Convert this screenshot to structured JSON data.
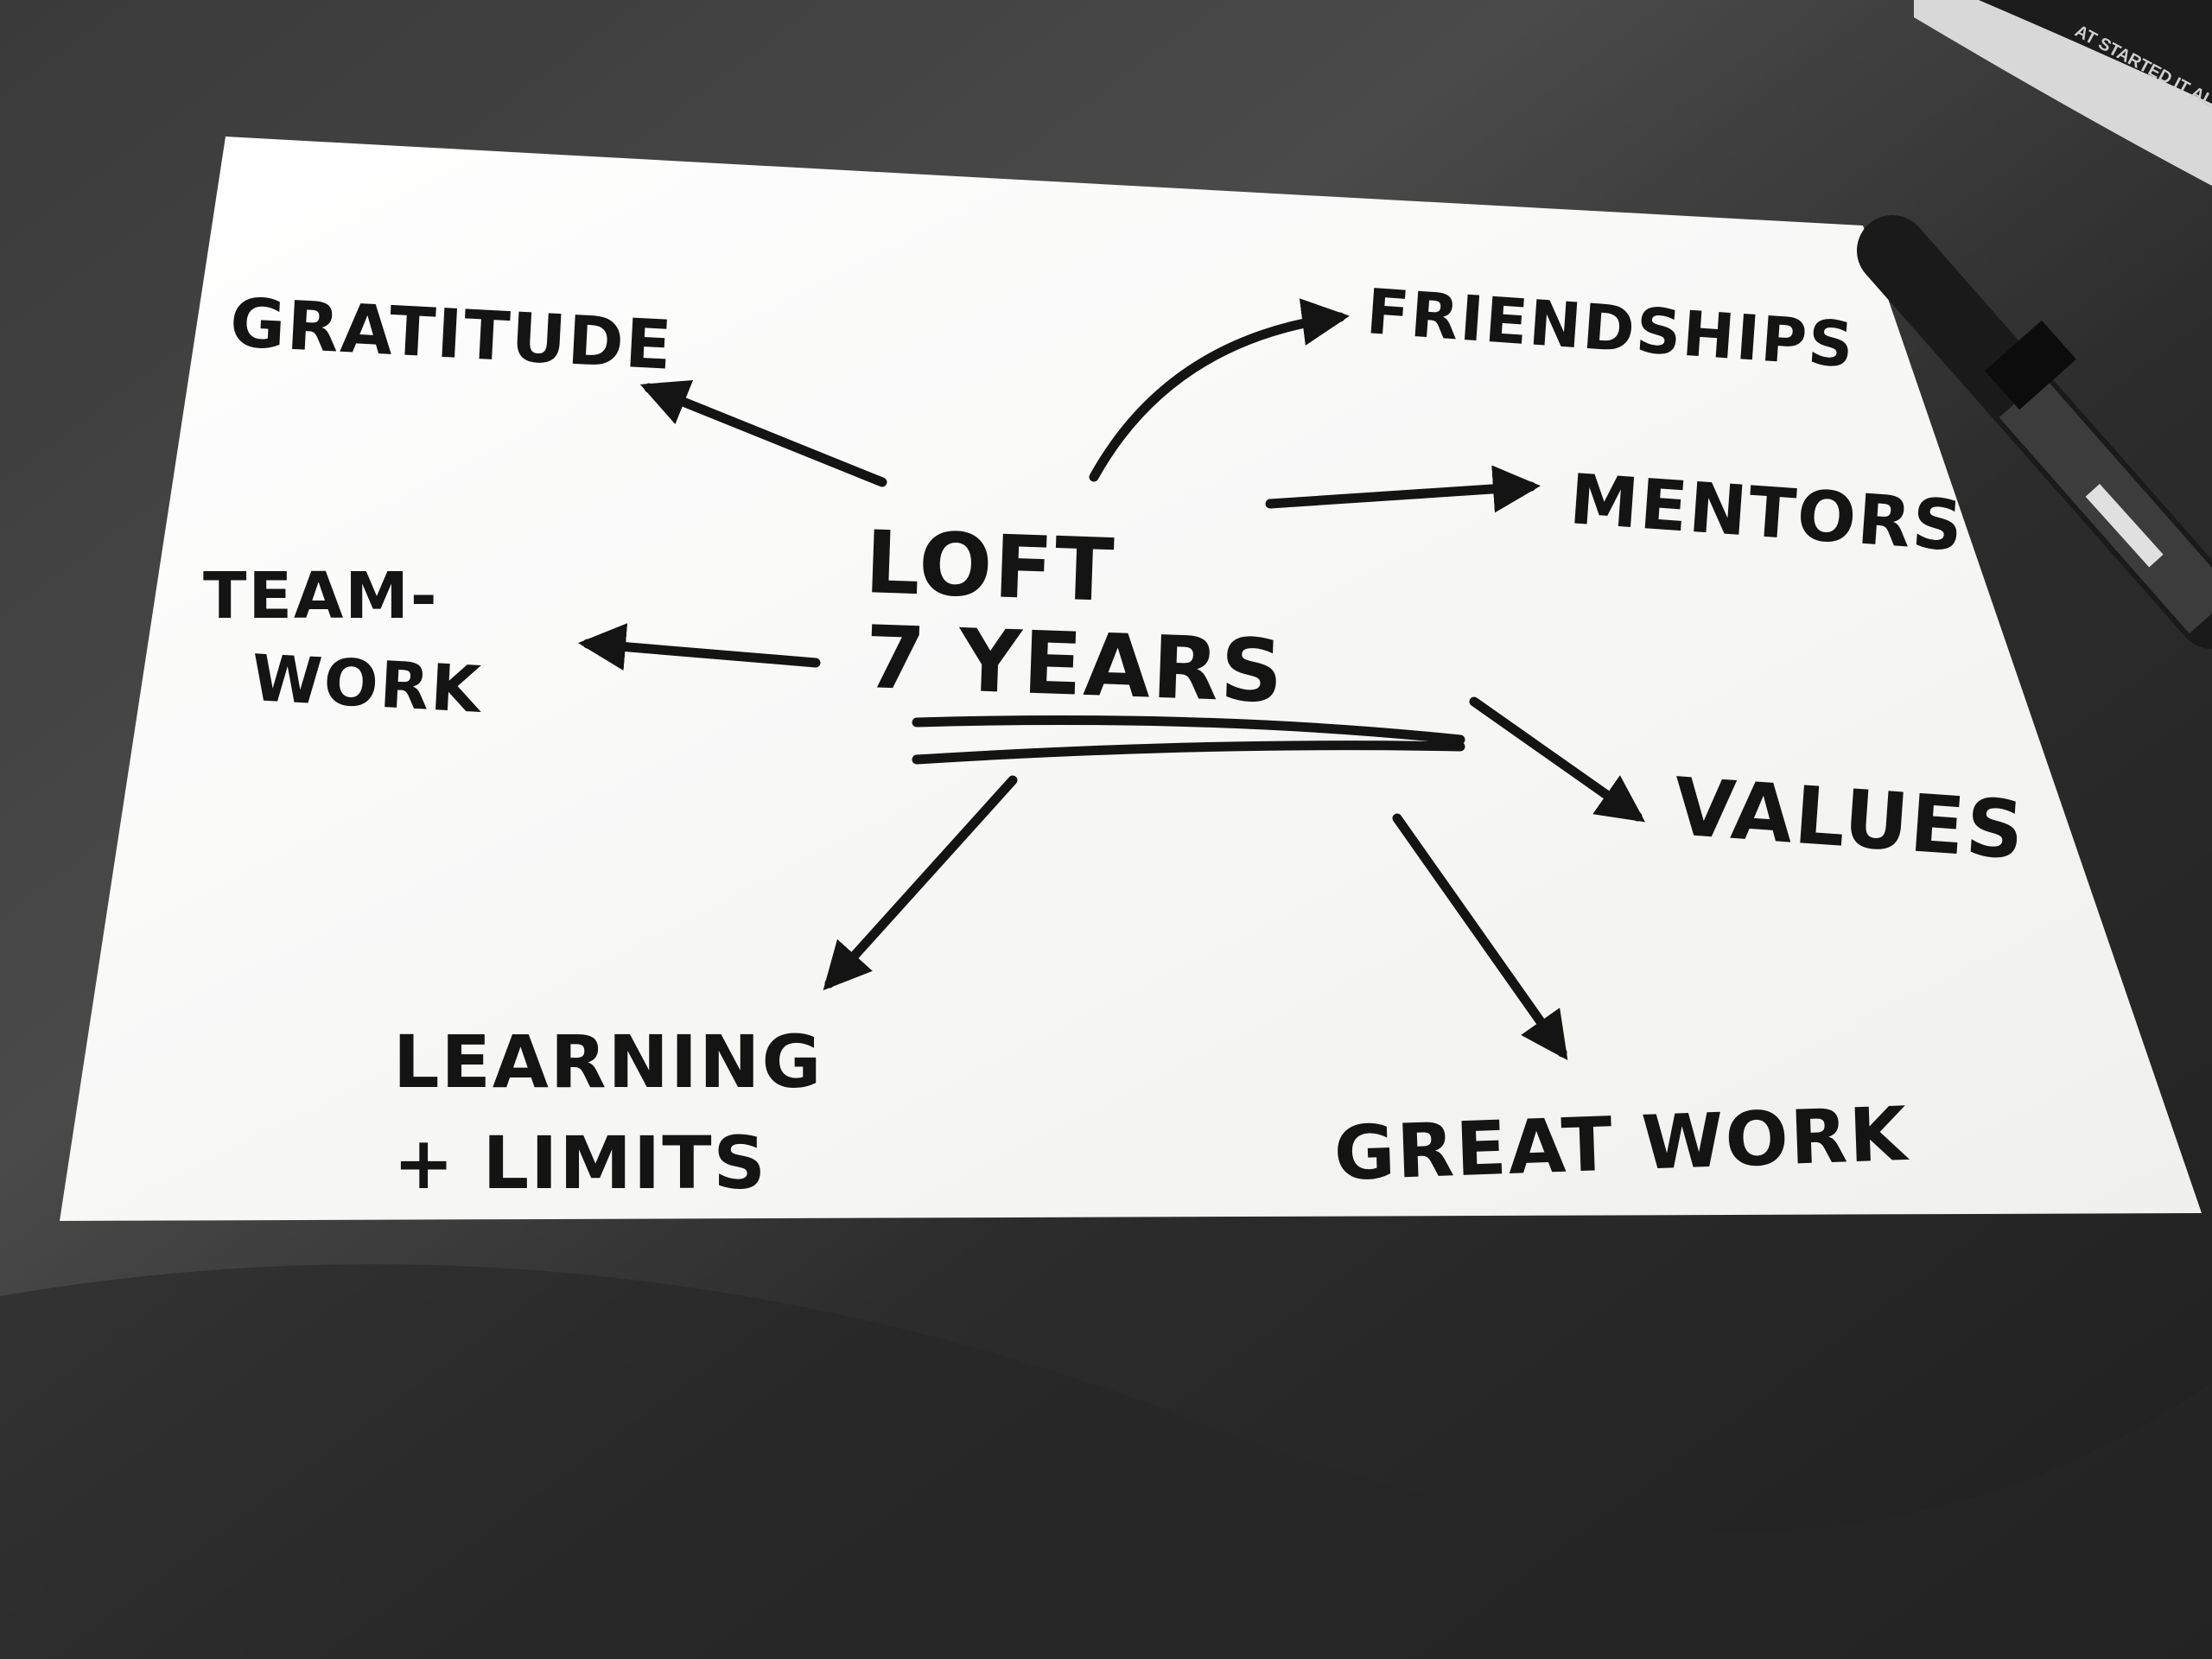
{
  "center": {
    "line1": "LOFT",
    "line2": "7 YEARS"
  },
  "branches": {
    "gratitude": "GRATITUDE",
    "friendships": "FRIENDSHIPS",
    "mentors": "MENTORS",
    "teamwork_line1": "TEAM-",
    "teamwork_line2": "WORK",
    "values": "VALUES",
    "learning_line1": "LEARNING",
    "learning_line2": "+ LIMITS",
    "great_work": "GREAT WORK"
  },
  "magazine": {
    "visible_text": "AT STARTED IT ALL"
  },
  "colors": {
    "ink": "#141414",
    "paper": "#f7f7f5",
    "surface": "#2e2e2e"
  }
}
